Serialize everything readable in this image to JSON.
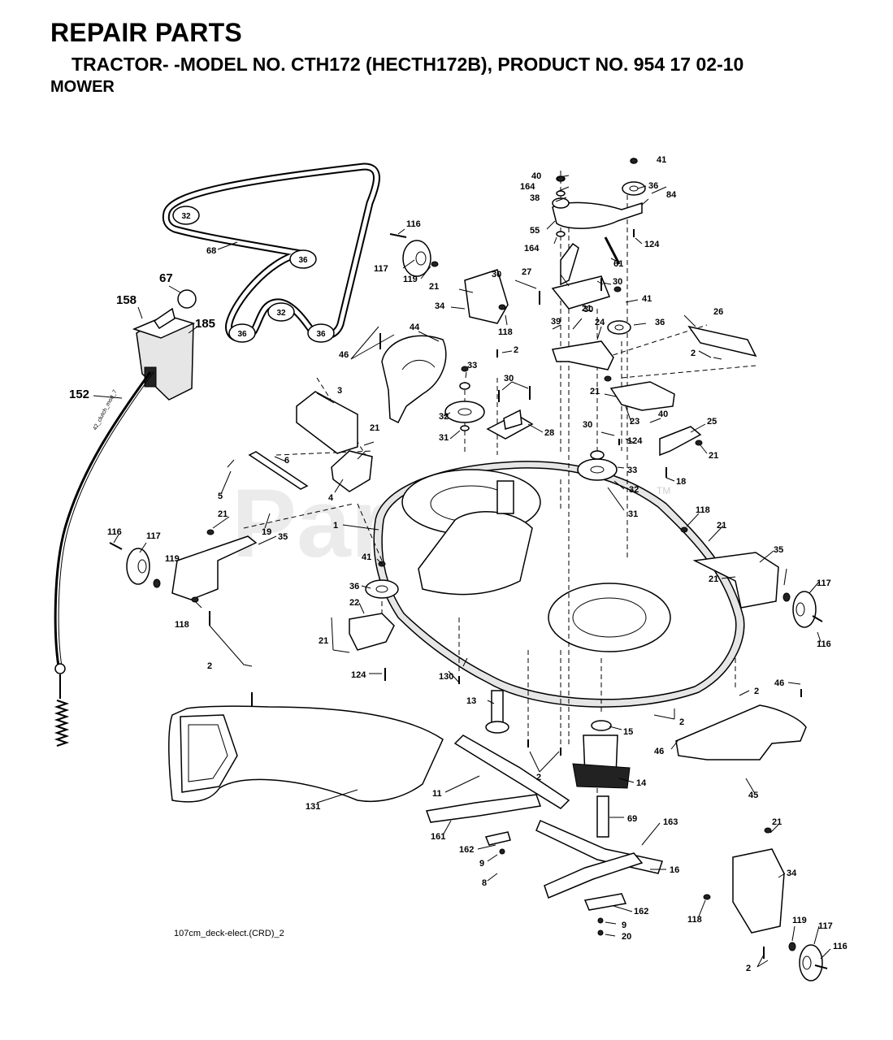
{
  "header": {
    "title": "REPAIR PARTS",
    "subtitle": "TRACTOR- -MODEL NO. CTH172 (HECTH172B), PRODUCT NO. 954 17 02-10",
    "section": "MOWER"
  },
  "diagram": {
    "reference": "107cm_deck-elect.(CRD)_2",
    "cable_tag": "42_clutch_mod_7",
    "watermark": "PartsTree",
    "watermark_tm": "TM",
    "pulley_labels": [
      "32",
      "36",
      "32",
      "36",
      "36"
    ],
    "callouts": [
      "41",
      "40",
      "36",
      "164",
      "84",
      "38",
      "55",
      "124",
      "164",
      "61",
      "116",
      "30",
      "27",
      "30",
      "117",
      "119",
      "21",
      "34",
      "118",
      "41",
      "30",
      "36",
      "39",
      "21",
      "24",
      "26",
      "2",
      "2",
      "44",
      "46",
      "33",
      "30",
      "21",
      "32",
      "31",
      "28",
      "23",
      "40",
      "3",
      "30",
      "124",
      "25",
      "21",
      "33",
      "21",
      "6",
      "32",
      "18",
      "5",
      "31",
      "4",
      "21",
      "19",
      "35",
      "118",
      "116",
      "117",
      "21",
      "1",
      "41",
      "35",
      "36",
      "119",
      "118",
      "21",
      "117",
      "116",
      "22",
      "2",
      "21",
      "124",
      "130",
      "46",
      "2",
      "13",
      "15",
      "2",
      "46",
      "2",
      "14",
      "11",
      "45",
      "131",
      "69",
      "161",
      "163",
      "162",
      "16",
      "9",
      "8",
      "21",
      "34",
      "118",
      "162",
      "9",
      "119",
      "117",
      "20",
      "116",
      "2",
      "67",
      "158",
      "185",
      "152",
      "68"
    ]
  }
}
